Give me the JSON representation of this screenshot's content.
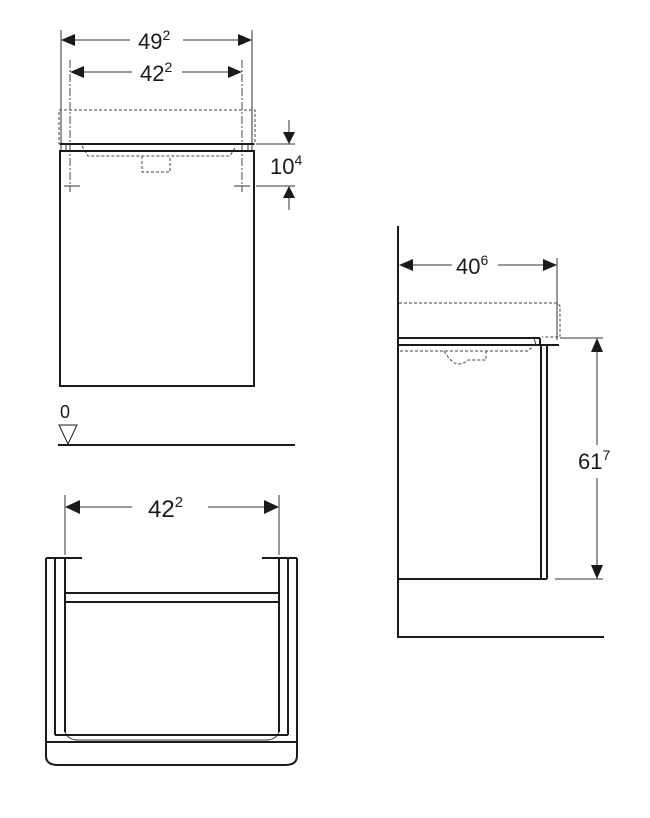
{
  "drawing": {
    "front_view": {
      "overall_width": {
        "main": "49",
        "sup": "2"
      },
      "inner_width": {
        "main": "42",
        "sup": "2"
      },
      "top_height": {
        "main": "10",
        "sup": "4"
      },
      "floor_level": "0"
    },
    "top_view": {
      "inner_width": {
        "main": "42",
        "sup": "2"
      }
    },
    "side_view": {
      "depth": {
        "main": "40",
        "sup": "6"
      },
      "height": {
        "main": "61",
        "sup": "7"
      }
    },
    "colors": {
      "line": "#1a1a1a",
      "background": "#ffffff"
    }
  }
}
